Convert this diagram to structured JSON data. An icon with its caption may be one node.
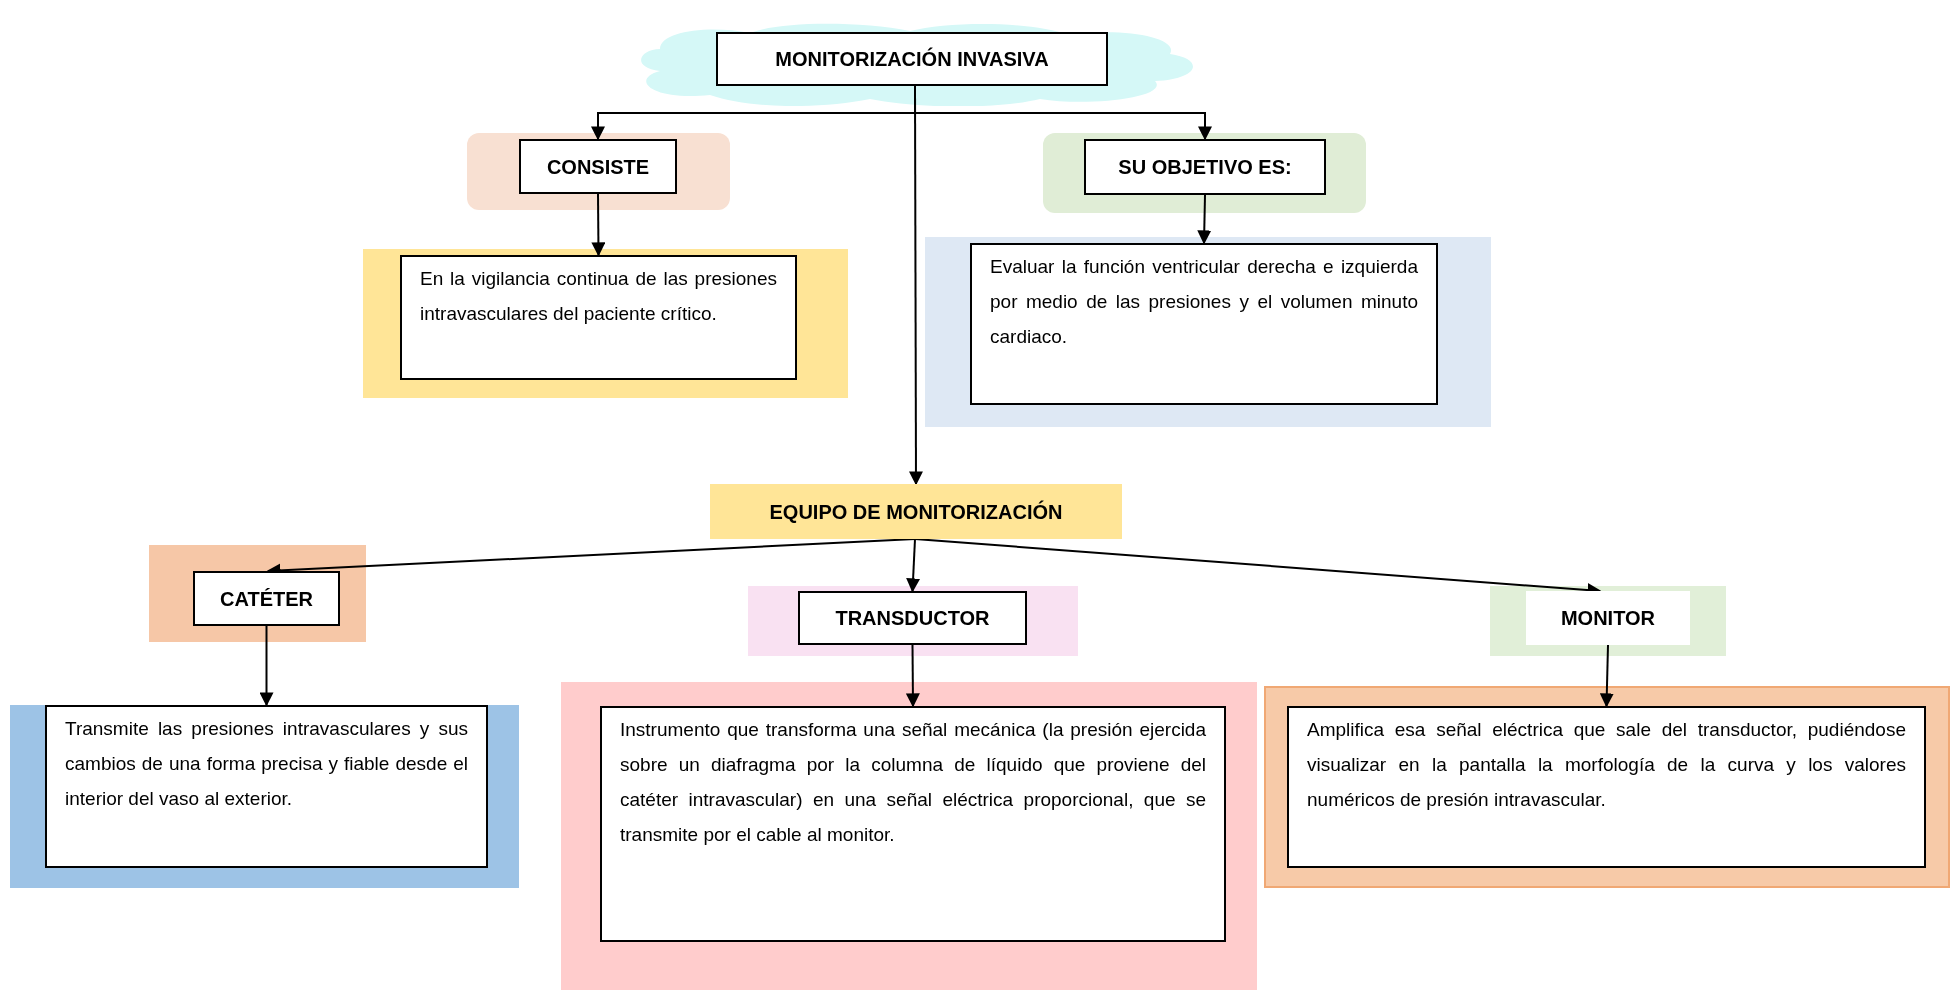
{
  "diagram": {
    "nodes": [
      {
        "text": [
          "MONITORIZACIÓN INVASIVA"
        ]
      },
      {
        "text": [
          "CONSISTE"
        ]
      },
      {
        "text": [
          "SU OBJETIVO ES:"
        ]
      },
      {
        "text": [
          "En la vigilancia continua de las presiones intravasculares del paciente crítico."
        ]
      },
      {
        "text": [
          "Evaluar la función ventricular derecha e izquierda por medio de las presiones y el volumen minuto cardiaco."
        ]
      },
      {
        "text": [
          "EQUIPO DE MONITORIZACIÓN"
        ]
      },
      {
        "text": [
          "CATÉTER"
        ]
      },
      {
        "text": [
          "TRANSDUCTOR"
        ]
      },
      {
        "text": [
          "MONITOR"
        ]
      },
      {
        "text": [
          "Transmite las presiones intravasculares y sus cambios de una forma precisa y fiable desde el interior del vaso al exterior."
        ]
      },
      {
        "text": [
          "Instrumento que transforma una señal mecánica (la presión ejercida sobre un diafragma por la columna de líquido que proviene del catéter intravascular) en una señal eléctrica proporcional, que se transmite por el cable al monitor."
        ]
      },
      {
        "text": [
          "Amplifica esa señal eléctrica que sale del transductor, pudiéndose visualizar en la pantalla la morfología de la curva y los valores numéricos de presión intravascular."
        ]
      }
    ],
    "edges": [
      {
        "from": 0,
        "to": 1,
        "arrow": "to"
      },
      {
        "from": 0,
        "to": 2,
        "arrow": "to"
      },
      {
        "from": 1,
        "to": 3,
        "arrow": "to"
      },
      {
        "from": 2,
        "to": 4,
        "arrow": "to"
      },
      {
        "from": 0,
        "to": 5,
        "arrow": "to"
      },
      {
        "from": 5,
        "to": 6,
        "arrow": "to"
      },
      {
        "from": 5,
        "to": 7,
        "arrow": "to"
      },
      {
        "from": 5,
        "to": 8,
        "arrow": "to"
      },
      {
        "from": 6,
        "to": 9,
        "arrow": "to"
      },
      {
        "from": 7,
        "to": 10,
        "arrow": "to"
      },
      {
        "from": 8,
        "to": 11,
        "arrow": "to"
      }
    ]
  }
}
